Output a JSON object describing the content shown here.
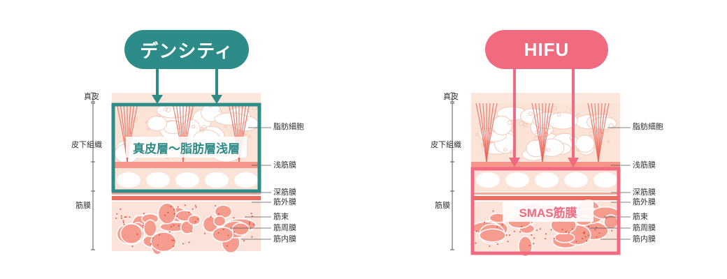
{
  "colors": {
    "teal": "#2E8C88",
    "pink": "#F06A80",
    "fat_cell": "#FFFFFF",
    "tissue_bg": "#FBE3D8",
    "fascia_band": "#F6958A",
    "muscle_cell": "#F59C8E"
  },
  "left": {
    "title": "デンシティ",
    "target": "真皮層〜脂肪層浅層",
    "left_labels": [
      "真皮",
      "皮下組織",
      "筋膜"
    ],
    "right_labels": [
      "脂肪細胞",
      "浅筋膜",
      "深筋膜",
      "筋外膜",
      "筋束",
      "筋周膜",
      "筋内膜"
    ]
  },
  "right": {
    "title": "HIFU",
    "target": "SMAS筋膜",
    "left_labels": [
      "真皮",
      "皮下組織",
      "筋膜"
    ],
    "right_labels": [
      "脂肪細胞",
      "浅筋膜",
      "深筋膜",
      "筋外膜",
      "筋束",
      "筋周膜",
      "筋内膜"
    ]
  }
}
